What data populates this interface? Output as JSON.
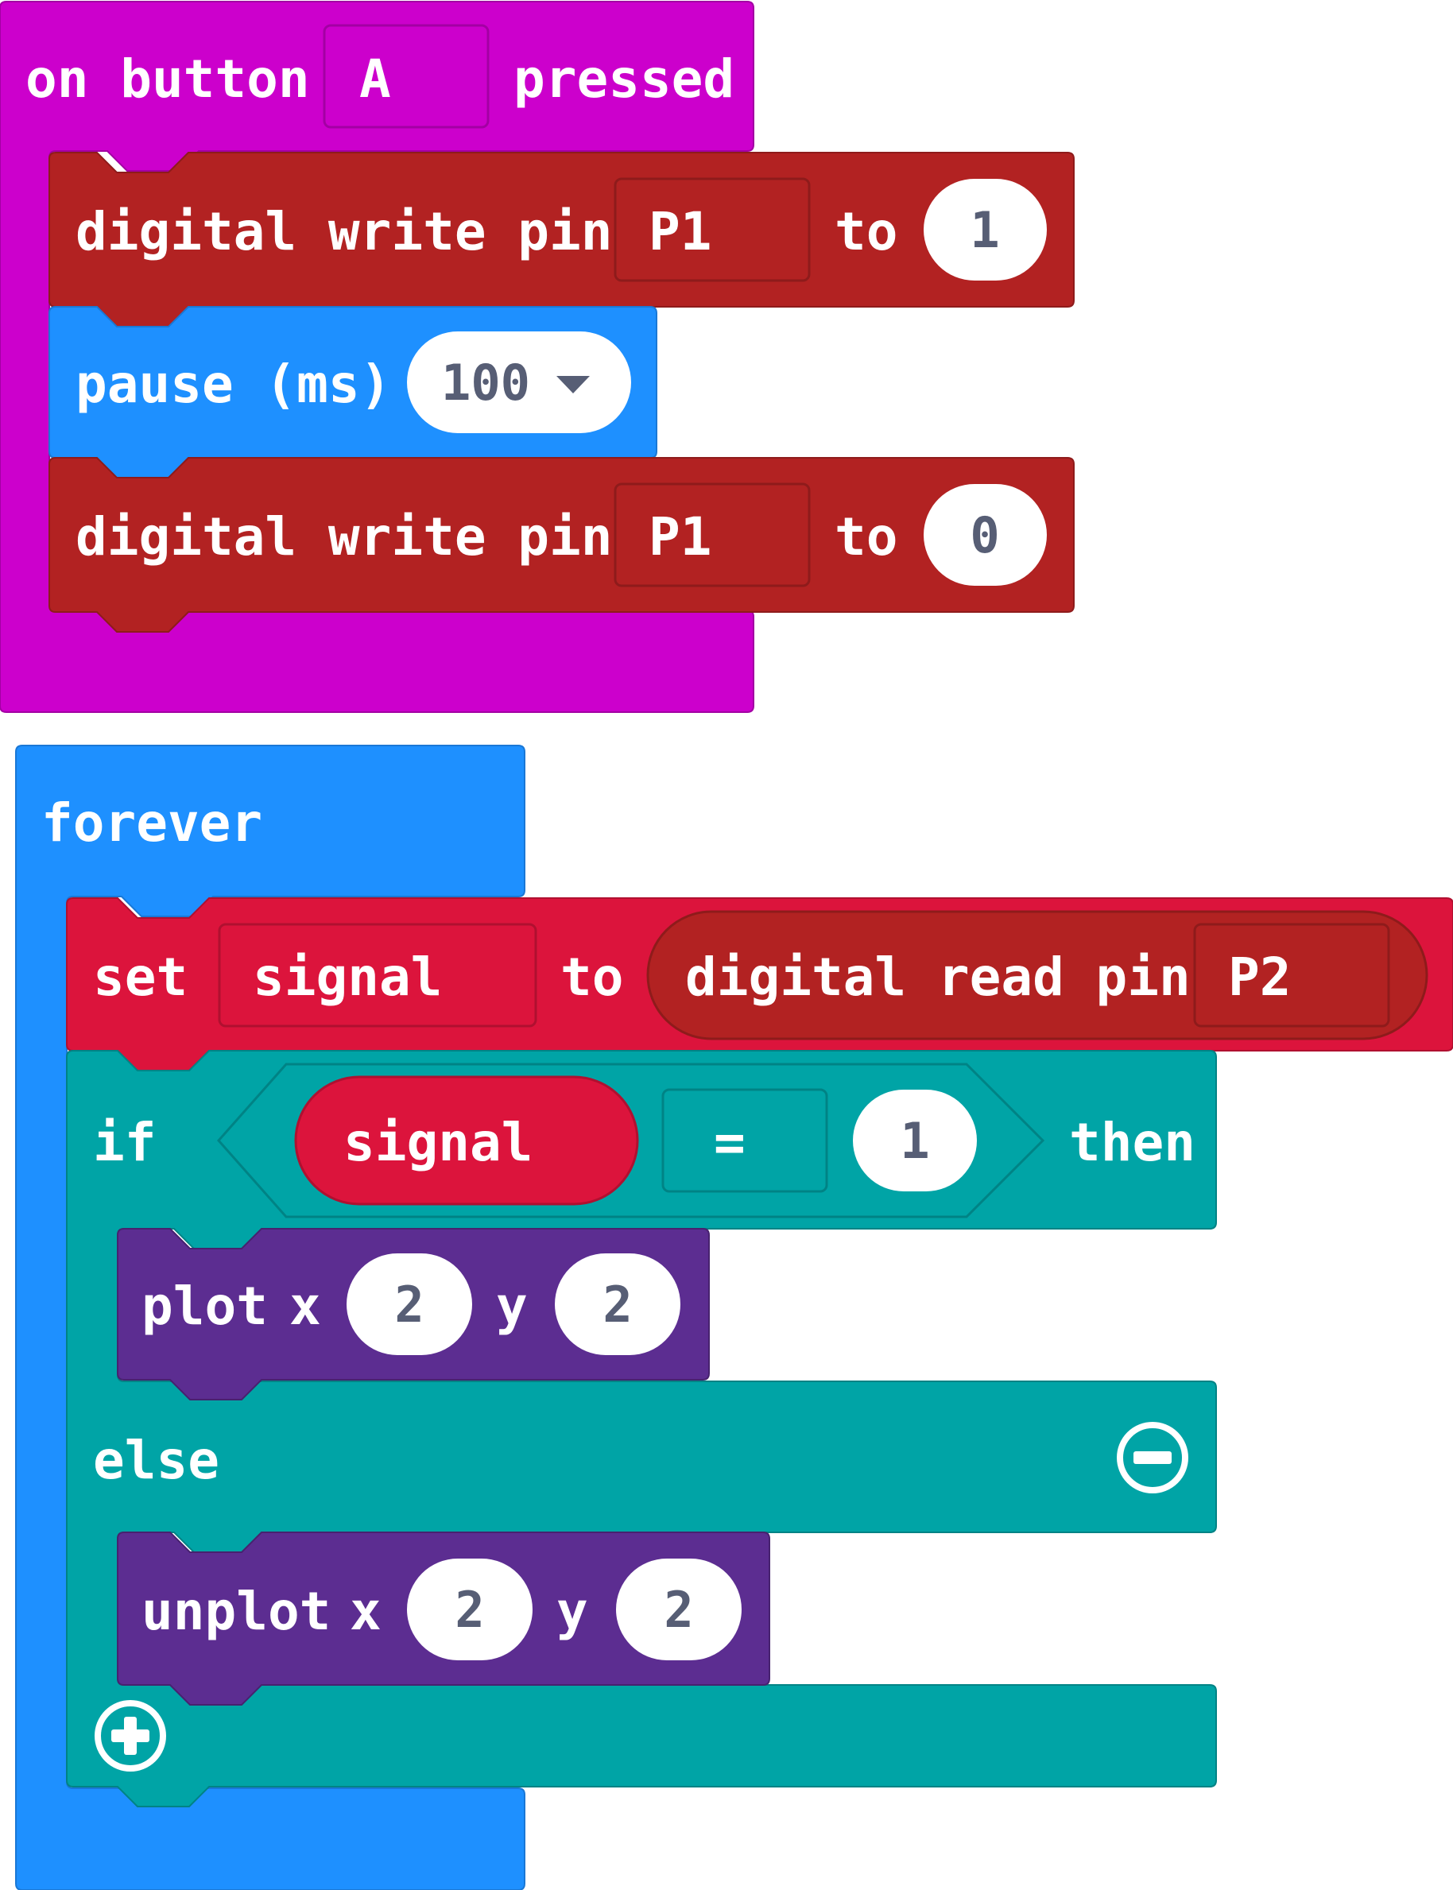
{
  "colors": {
    "event": "#CC00CC",
    "pins": "#B22222",
    "basic": "#1E90FF",
    "variables": "#DC143C",
    "logic": "#00A4A6",
    "led": "#5C2D91"
  },
  "event_block": {
    "label_on": "on button",
    "button": "A",
    "label_pressed": "pressed",
    "statements": [
      {
        "label": "digital write pin",
        "pin": "P1",
        "to": "to",
        "value": "1"
      },
      {
        "label": "pause (ms)",
        "value": "100"
      },
      {
        "label": "digital write pin",
        "pin": "P1",
        "to": "to",
        "value": "0"
      }
    ]
  },
  "forever_block": {
    "label": "forever",
    "set": {
      "label": "set",
      "variable": "signal",
      "to": "to",
      "reporter_label": "digital read pin",
      "reporter_pin": "P2"
    },
    "if": {
      "label_if": "if",
      "variable": "signal",
      "operator": "=",
      "value": "1",
      "label_then": "then",
      "then_block": {
        "label": "plot",
        "x_label": "x",
        "x": "2",
        "y_label": "y",
        "y": "2"
      },
      "label_else": "else",
      "else_block": {
        "label": "unplot",
        "x_label": "x",
        "x": "2",
        "y_label": "y",
        "y": "2"
      }
    }
  },
  "icons": [
    "dropdown-arrow-icon",
    "remove-else-icon",
    "add-else-icon"
  ]
}
